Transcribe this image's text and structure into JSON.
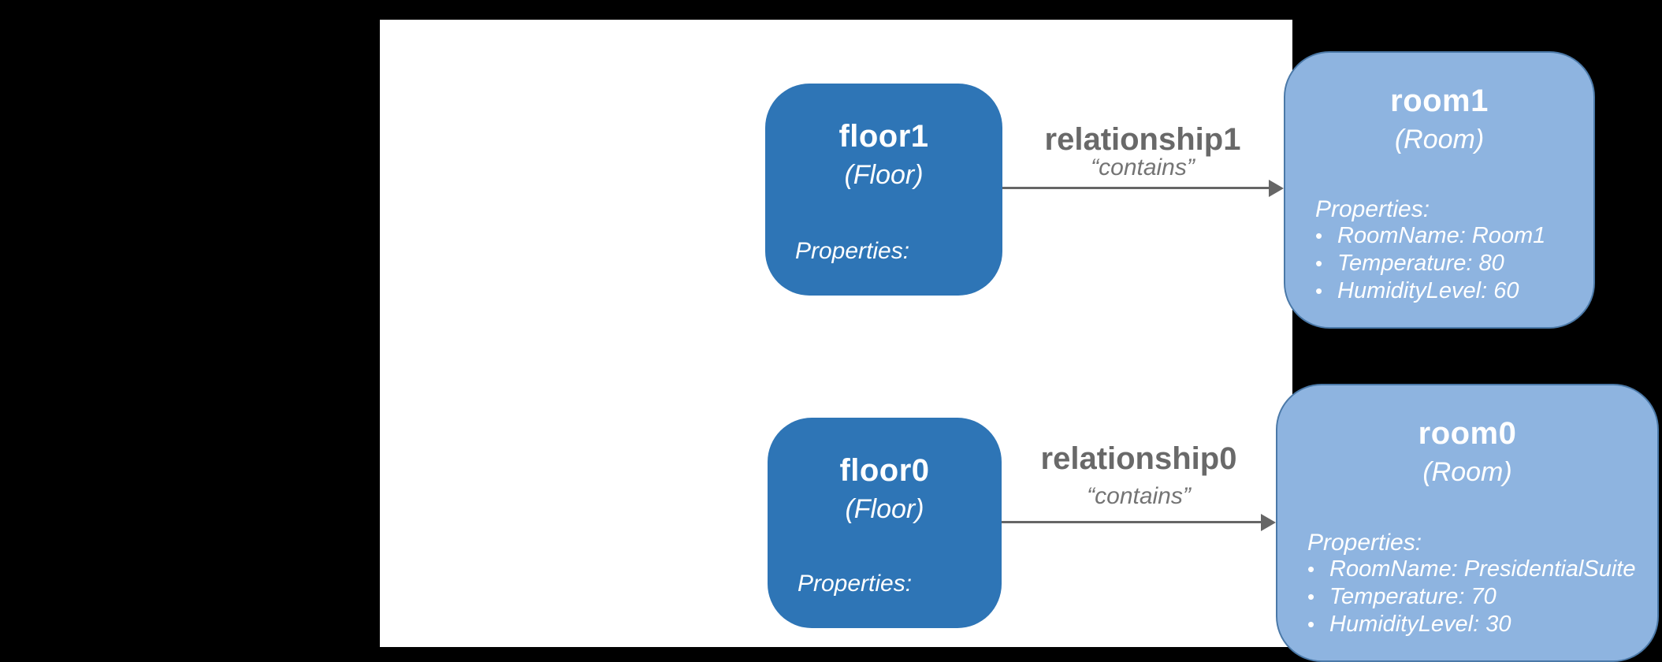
{
  "ui": {
    "bullet_char": "•"
  },
  "colors": {
    "background": "#000000",
    "panel": "#ffffff",
    "floor_fill": "#2e75b6",
    "room_fill": "#8eb4e0",
    "room_border": "#4b79a8",
    "node_text": "#ffffff",
    "edge_label": "#696969",
    "edge_sublabel": "#747474",
    "arrow": "#666666"
  },
  "nodes": {
    "floor1": {
      "title": "floor1",
      "type": "(Floor)",
      "properties_label": "Properties:"
    },
    "room1": {
      "title": "room1",
      "type": "(Room)",
      "properties_label": "Properties:",
      "properties": [
        "RoomName: Room1",
        "Temperature: 80",
        "HumidityLevel: 60"
      ]
    },
    "floor0": {
      "title": "floor0",
      "type": "(Floor)",
      "properties_label": "Properties:"
    },
    "room0": {
      "title": "room0",
      "type": "(Room)",
      "properties_label": "Properties:",
      "properties": [
        "RoomName: PresidentialSuite",
        "Temperature: 70",
        "HumidityLevel: 30"
      ]
    }
  },
  "edges": {
    "relationship1": {
      "label": "relationship1",
      "name": "“contains”"
    },
    "relationship0": {
      "label": "relationship0",
      "name": "“contains”"
    }
  }
}
